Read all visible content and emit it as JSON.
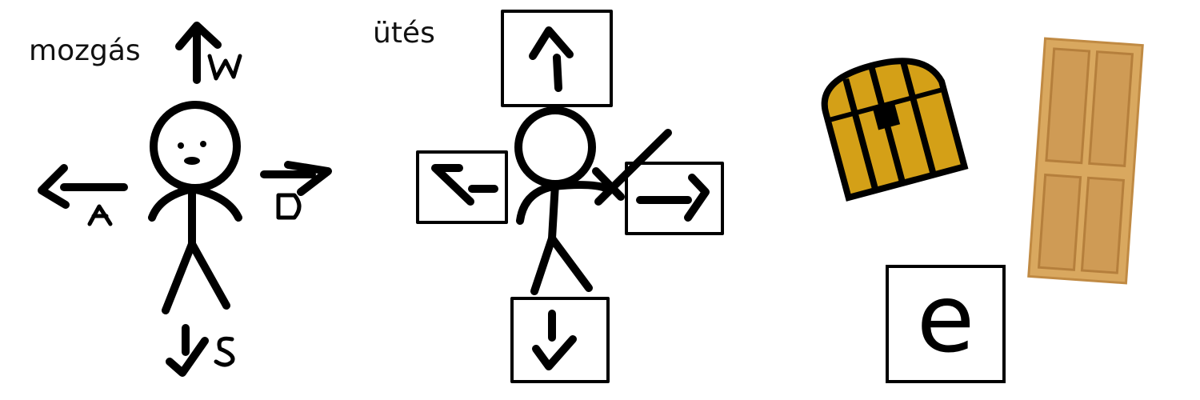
{
  "labels": {
    "movement": "mozgás",
    "attack": "ütés"
  },
  "keys": {
    "up": "W",
    "left": "A",
    "right": "D",
    "down": "S",
    "interact": "e"
  },
  "icons": {
    "chest": "treasure-chest-icon",
    "door": "wooden-door-icon"
  },
  "colors": {
    "ink": "#000000",
    "chest_gold": "#d4a017",
    "door_wood": "#d9a85f"
  }
}
